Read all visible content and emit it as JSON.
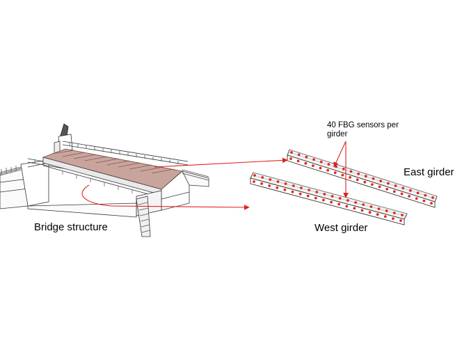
{
  "labels": {
    "bridge": "Bridge structure",
    "sensors": "40 FBG sensors per girder",
    "east": "East girder",
    "west": "West girder"
  },
  "colors": {
    "line": "#222222",
    "accent": "#e0201b",
    "deck": "#c9a49d",
    "sensor": "#e3261d"
  },
  "sensor_count_per_girder": 40
}
